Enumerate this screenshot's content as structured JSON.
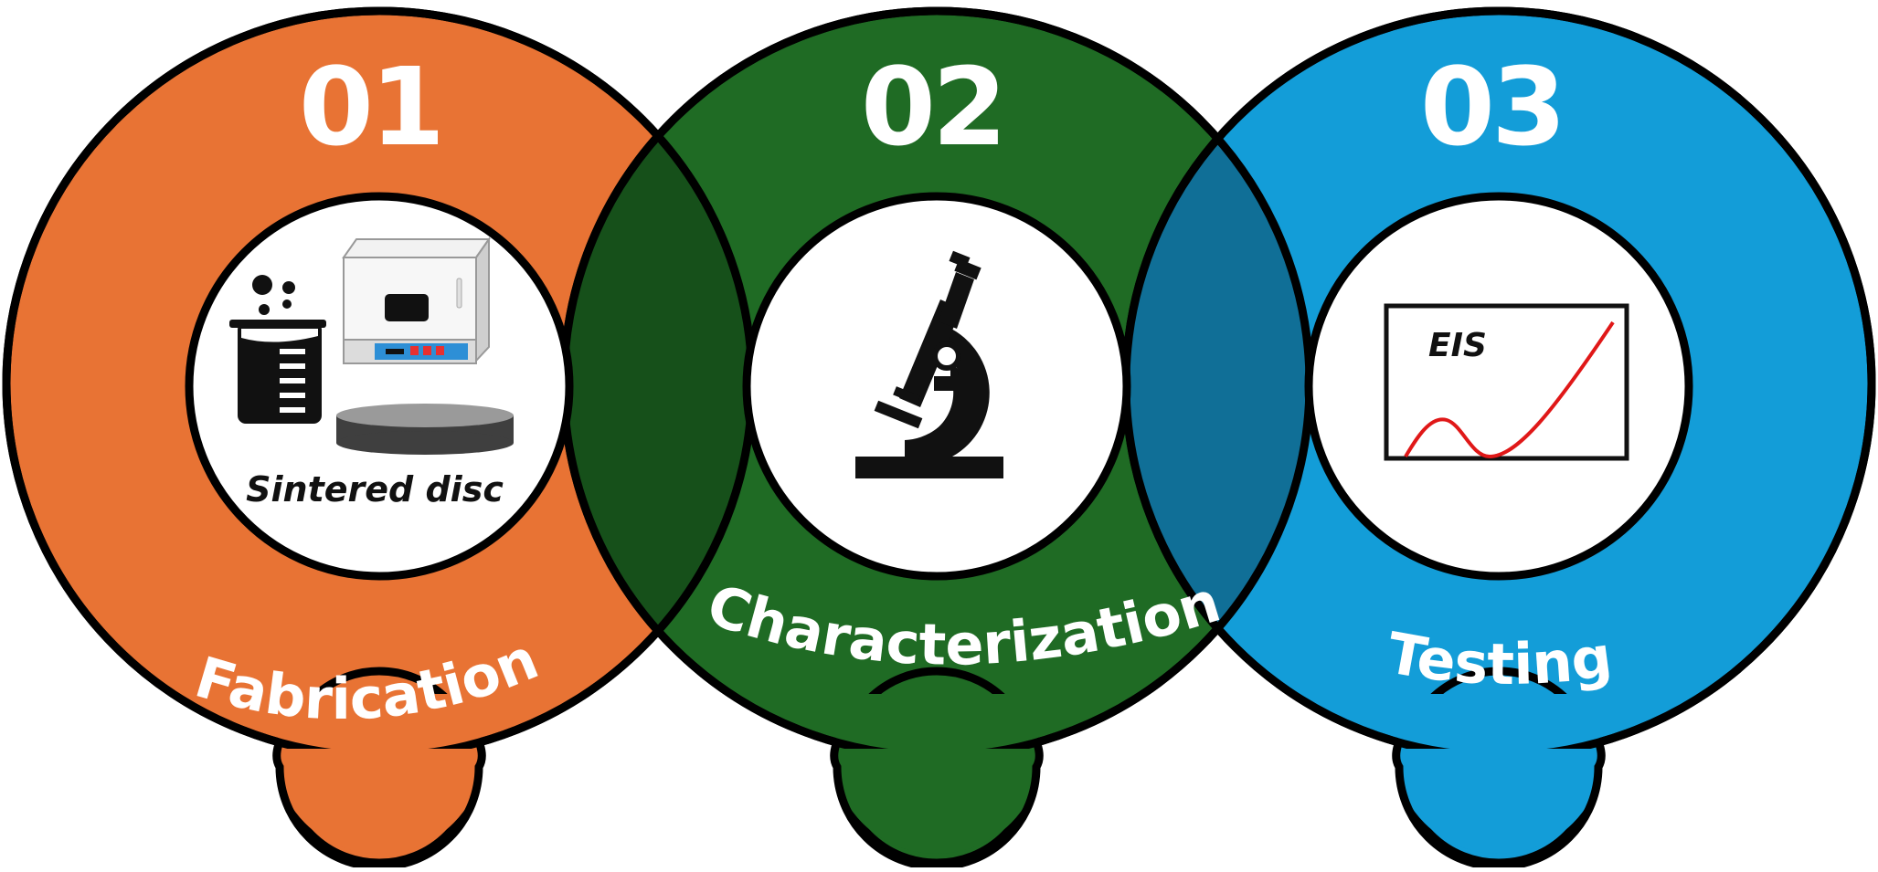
{
  "colors": {
    "fabrication": "#e87334",
    "characterization": "#1f6b24",
    "testing": "#139dd8",
    "overlap_left": "#16501a",
    "overlap_right": "#106f97",
    "outline": "#000000"
  },
  "steps": [
    {
      "number": "01",
      "label": "Fabrication",
      "caption": "Sintered disc",
      "icons": [
        "beaker-icon",
        "furnace-icon",
        "sintered-disc-icon"
      ]
    },
    {
      "number": "02",
      "label": "Characterization",
      "icons": [
        "microscope-icon"
      ]
    },
    {
      "number": "03",
      "label": "Testing",
      "plot_label": "EIS",
      "icons": [
        "eis-plot-icon"
      ]
    }
  ]
}
